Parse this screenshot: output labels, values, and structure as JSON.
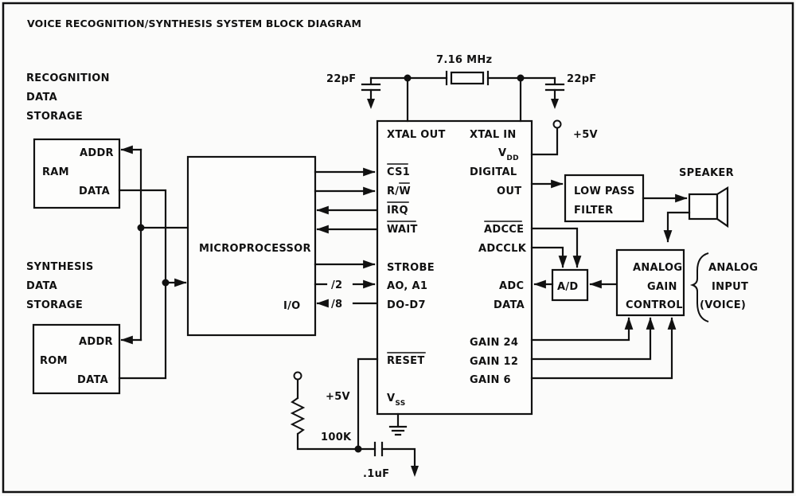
{
  "title": "VOICE RECOGNITION/SYNTHESIS SYSTEM BLOCK DIAGRAM",
  "storage_labels": {
    "recognition": [
      "RECOGNITION",
      "DATA",
      "STORAGE"
    ],
    "synthesis": [
      "SYNTHESIS",
      "DATA",
      "STORAGE"
    ]
  },
  "ram": {
    "name": "RAM",
    "addr": "ADDR",
    "data": "DATA"
  },
  "rom": {
    "name": "ROM",
    "addr": "ADDR",
    "data": "DATA"
  },
  "microprocessor": {
    "name": "MICROPROCESSOR",
    "io": "I/O"
  },
  "bus_widths": {
    "address": "/2",
    "data": "/8"
  },
  "crystal": {
    "frequency": "7.16 MHz",
    "cap_left": "22pF",
    "cap_right": "22pF"
  },
  "chip": {
    "left_pins": {
      "xtal_out": "XTAL OUT",
      "cs1": "CS1",
      "rw_r": "R/",
      "rw_w": "W",
      "irq": "IRQ",
      "wait": "WAIT",
      "strobe": "STROBE",
      "a0a1": "AO, A1",
      "d0d7": "DO-D7",
      "reset": "RESET",
      "vss": "V",
      "vss_sub": "SS"
    },
    "right_pins": {
      "xtal_in": "XTAL IN",
      "vdd": "V",
      "vdd_sub": "DD",
      "digital": "DIGITAL",
      "out": "OUT",
      "adcce": "ADCCE",
      "adcclk": "ADCCLK",
      "adc": "ADC",
      "data": "DATA",
      "gain24": "GAIN 24",
      "gain12": "GAIN 12",
      "gain6": "GAIN 6"
    }
  },
  "power": {
    "vdd_supply": "+5V",
    "reset_supply": "+5V"
  },
  "reset_circuit": {
    "resistor": "100K",
    "capacitor": ".1uF"
  },
  "low_pass_filter": [
    "LOW PASS",
    "FILTER"
  ],
  "speaker": "SPEAKER",
  "adc_block": "A/D",
  "agc": [
    "ANALOG",
    "GAIN",
    "CONTROL"
  ],
  "analog_input": [
    "ANALOG",
    "INPUT",
    "(VOICE)"
  ]
}
